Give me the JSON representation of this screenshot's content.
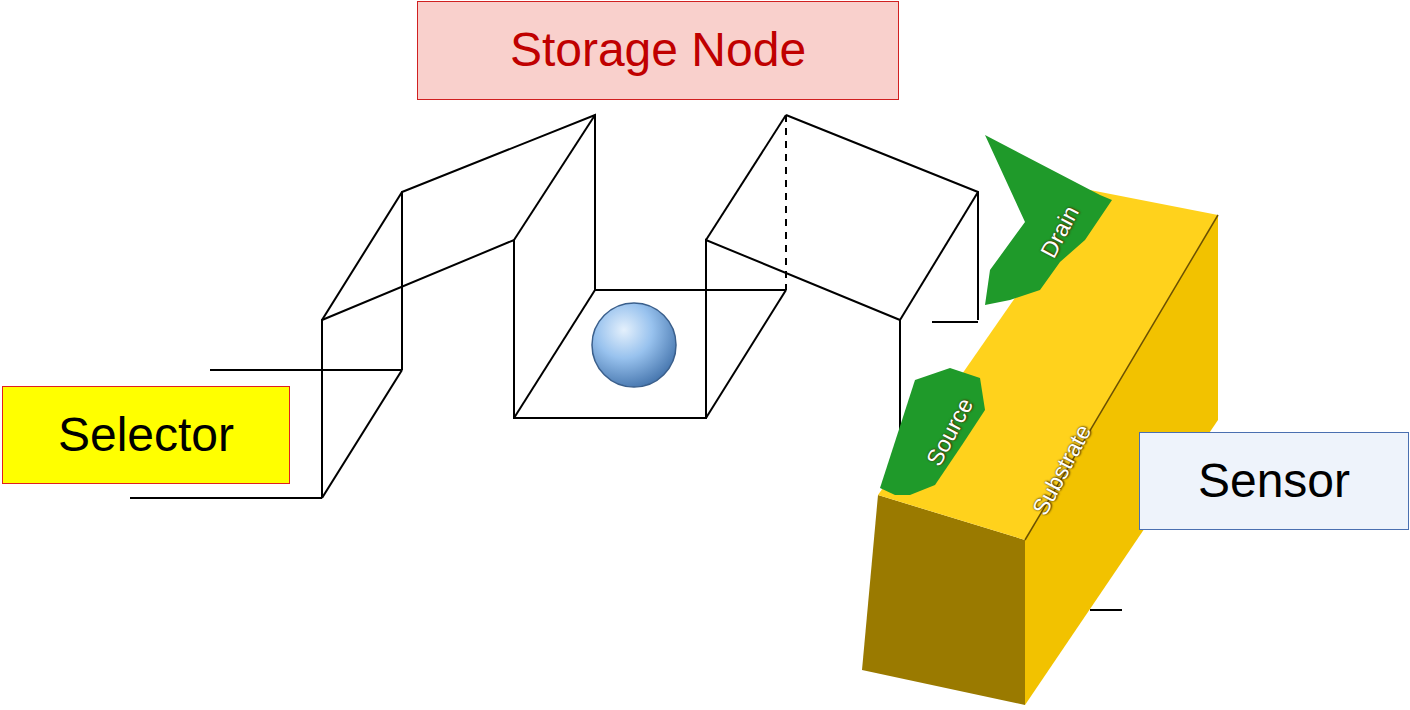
{
  "diagram": {
    "nodes": [
      {
        "text": [
          "Storage Node"
        ]
      },
      {
        "text": [
          "Selector"
        ]
      },
      {
        "text": [
          "Sensor"
        ]
      }
    ],
    "labels": [
      "Drain",
      "Source",
      "Substrate"
    ]
  }
}
